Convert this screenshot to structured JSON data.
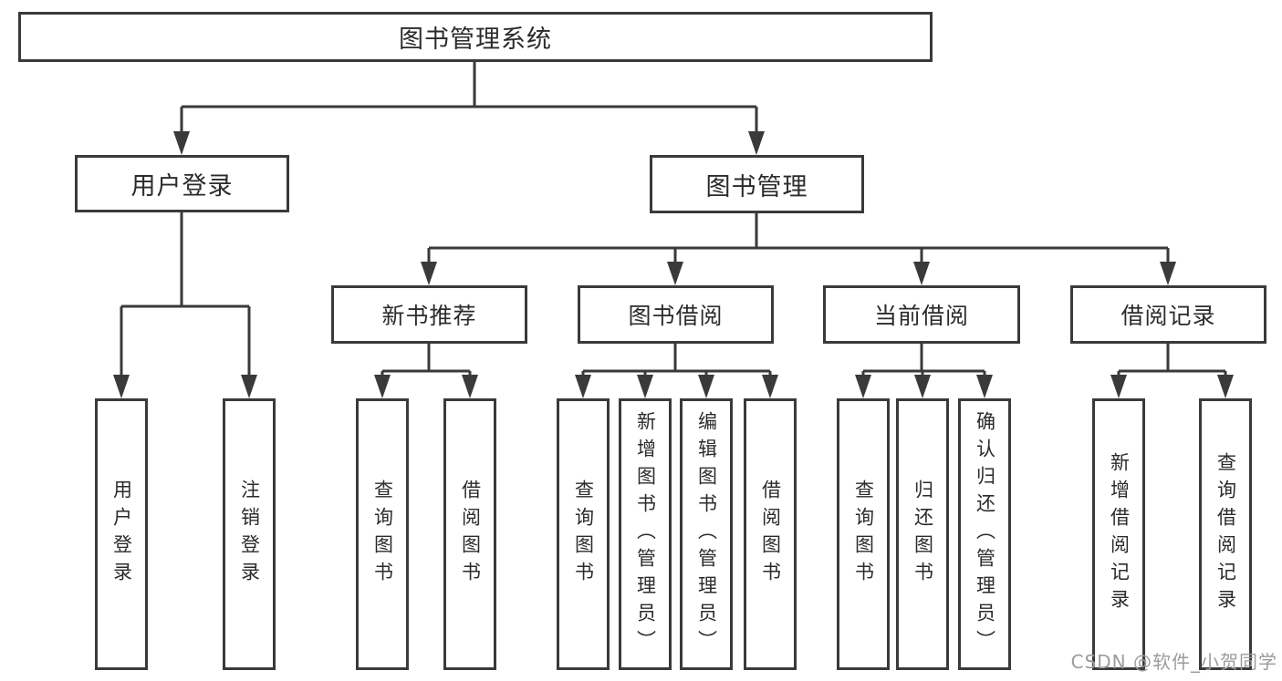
{
  "diagram": {
    "type": "hierarchy-tree",
    "root": {
      "label": "图书管理系统"
    },
    "branches": [
      {
        "label": "用户登录",
        "children": [
          {
            "label": "用户登录"
          },
          {
            "label": "注销登录"
          }
        ]
      },
      {
        "label": "图书管理",
        "children": [
          {
            "label": "新书推荐",
            "children": [
              {
                "label": "查询图书"
              },
              {
                "label": "借阅图书"
              }
            ]
          },
          {
            "label": "图书借阅",
            "children": [
              {
                "label": "查询图书"
              },
              {
                "label": "新增图书（管理员）"
              },
              {
                "label": "编辑图书（管理员）"
              },
              {
                "label": "借阅图书"
              }
            ]
          },
          {
            "label": "当前借阅",
            "children": [
              {
                "label": "查询图书"
              },
              {
                "label": "归还图书"
              },
              {
                "label": "确认归还（管理员）"
              }
            ]
          },
          {
            "label": "借阅记录",
            "children": [
              {
                "label": "新增借阅记录"
              },
              {
                "label": "查询借阅记录"
              }
            ]
          }
        ]
      }
    ]
  },
  "watermark": {
    "text": "CSDN @软件_小贺同学"
  },
  "colors": {
    "background": "#ffffff",
    "line": "#3a3a3a",
    "box_border": "#3a3a3a",
    "text": "#2b2b2b",
    "watermark": "#9c9c9c"
  }
}
